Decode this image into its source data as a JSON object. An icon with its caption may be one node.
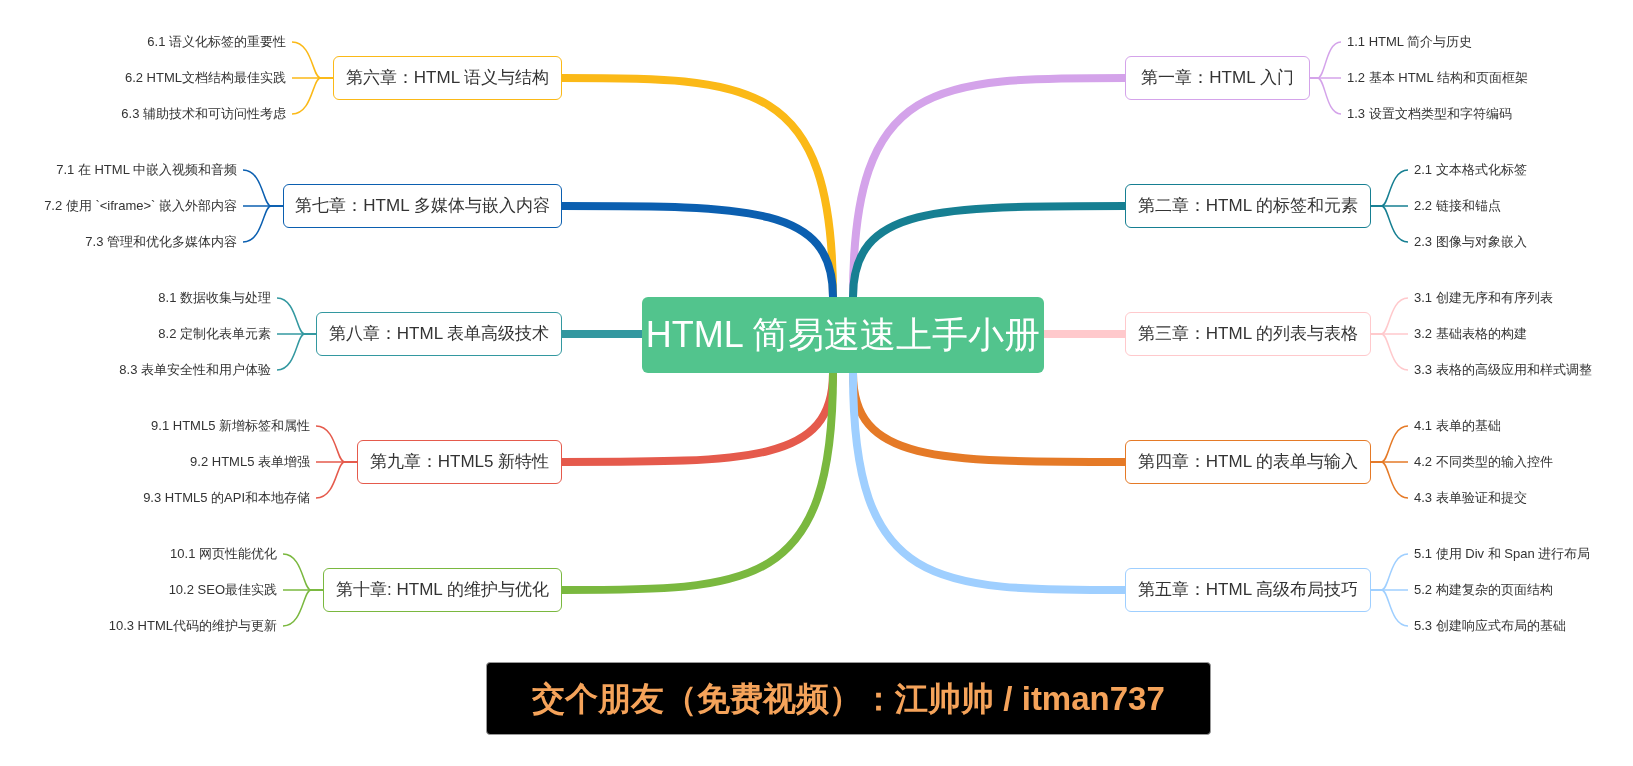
{
  "diagram": {
    "nodes": [
      {
        "text": [
          "HTML 简易速速上手小册"
        ]
      },
      {
        "text": [
          "第一章：HTML 入门"
        ]
      },
      {
        "text": [
          "1.1 HTML 简介与历史"
        ]
      },
      {
        "text": [
          "1.2 基本 HTML 结构和页面框架"
        ]
      },
      {
        "text": [
          "1.3 设置文档类型和字符编码"
        ]
      },
      {
        "text": [
          "第二章：HTML 的标签和元素"
        ]
      },
      {
        "text": [
          "2.1 文本格式化标签"
        ]
      },
      {
        "text": [
          "2.2 链接和锚点"
        ]
      },
      {
        "text": [
          "2.3 图像与对象嵌入"
        ]
      },
      {
        "text": [
          "第三章：HTML 的列表与表格"
        ]
      },
      {
        "text": [
          "3.1 创建无序和有序列表"
        ]
      },
      {
        "text": [
          "3.2 基础表格的构建"
        ]
      },
      {
        "text": [
          "3.3 表格的高级应用和样式调整"
        ]
      },
      {
        "text": [
          "第四章：HTML 的表单与输入"
        ]
      },
      {
        "text": [
          "4.1 表单的基础"
        ]
      },
      {
        "text": [
          "4.2 不同类型的输入控件"
        ]
      },
      {
        "text": [
          "4.3 表单验证和提交"
        ]
      },
      {
        "text": [
          "第五章：HTML 高级布局技巧"
        ]
      },
      {
        "text": [
          "5.1 使用 Div 和 Span 进行布局"
        ]
      },
      {
        "text": [
          "5.2 构建复杂的页面结构"
        ]
      },
      {
        "text": [
          "5.3 创建响应式布局的基础"
        ]
      },
      {
        "text": [
          "第六章：HTML 语义与结构"
        ]
      },
      {
        "text": [
          "6.1 语义化标签的重要性"
        ]
      },
      {
        "text": [
          "6.2 HTML文档结构最佳实践"
        ]
      },
      {
        "text": [
          "6.3 辅助技术和可访问性考虑"
        ]
      },
      {
        "text": [
          "第七章：HTML 多媒体与嵌入内容"
        ]
      },
      {
        "text": [
          "7.1 在 HTML 中嵌入视频和音频"
        ]
      },
      {
        "text": [
          "7.2 使用 `<iframe>` 嵌入外部内容"
        ]
      },
      {
        "text": [
          "7.3 管理和优化多媒体内容"
        ]
      },
      {
        "text": [
          "第八章：HTML 表单高级技术"
        ]
      },
      {
        "text": [
          "8.1 数据收集与处理"
        ]
      },
      {
        "text": [
          "8.2 定制化表单元素"
        ]
      },
      {
        "text": [
          "8.3 表单安全性和用户体验"
        ]
      },
      {
        "text": [
          "第九章：HTML5 新特性"
        ]
      },
      {
        "text": [
          "9.1 HTML5 新增标签和属性"
        ]
      },
      {
        "text": [
          "9.2 HTML5 表单增强"
        ]
      },
      {
        "text": [
          "9.3 HTML5 的API和本地存储"
        ]
      },
      {
        "text": [
          "第十章: HTML 的维护与优化"
        ]
      },
      {
        "text": [
          "10.1 网页性能优化"
        ]
      },
      {
        "text": [
          "10.2 SEO最佳实践"
        ]
      },
      {
        "text": [
          "10.3 HTML代码的维护与更新"
        ]
      },
      {
        "text": [
          "交个朋友（免费视频）：江帅帅 / itman737"
        ]
      }
    ],
    "edges": [
      {
        "from": 0,
        "to": 1,
        "arrow": "none",
        "style": "thick",
        "color": "#d4a3ea"
      },
      {
        "from": 1,
        "to": 2,
        "arrow": "none",
        "color": "#d4a3ea"
      },
      {
        "from": 1,
        "to": 3,
        "arrow": "none",
        "color": "#d4a3ea"
      },
      {
        "from": 1,
        "to": 4,
        "arrow": "none",
        "color": "#d4a3ea"
      },
      {
        "from": 0,
        "to": 5,
        "arrow": "none",
        "style": "thick",
        "color": "#167f92"
      },
      {
        "from": 5,
        "to": 6,
        "arrow": "none",
        "color": "#167f92"
      },
      {
        "from": 5,
        "to": 7,
        "arrow": "none",
        "color": "#167f92"
      },
      {
        "from": 5,
        "to": 8,
        "arrow": "none",
        "color": "#167f92"
      },
      {
        "from": 0,
        "to": 9,
        "arrow": "none",
        "style": "thick",
        "color": "#ffc9cc"
      },
      {
        "from": 9,
        "to": 10,
        "arrow": "none",
        "color": "#ffc9cc"
      },
      {
        "from": 9,
        "to": 11,
        "arrow": "none",
        "color": "#ffc9cc"
      },
      {
        "from": 9,
        "to": 12,
        "arrow": "none",
        "color": "#ffc9cc"
      },
      {
        "from": 0,
        "to": 13,
        "arrow": "none",
        "style": "thick",
        "color": "#e57a27"
      },
      {
        "from": 13,
        "to": 14,
        "arrow": "none",
        "color": "#e57a27"
      },
      {
        "from": 13,
        "to": 15,
        "arrow": "none",
        "color": "#e57a27"
      },
      {
        "from": 13,
        "to": 16,
        "arrow": "none",
        "color": "#e57a27"
      },
      {
        "from": 0,
        "to": 17,
        "arrow": "none",
        "style": "thick",
        "color": "#9fcfff"
      },
      {
        "from": 17,
        "to": 18,
        "arrow": "none",
        "color": "#9fcfff"
      },
      {
        "from": 17,
        "to": 19,
        "arrow": "none",
        "color": "#9fcfff"
      },
      {
        "from": 17,
        "to": 20,
        "arrow": "none",
        "color": "#9fcfff"
      },
      {
        "from": 0,
        "to": 21,
        "arrow": "none",
        "style": "thick",
        "color": "#fbb917"
      },
      {
        "from": 21,
        "to": 22,
        "arrow": "none",
        "color": "#fbb917"
      },
      {
        "from": 21,
        "to": 23,
        "arrow": "none",
        "color": "#fbb917"
      },
      {
        "from": 21,
        "to": 24,
        "arrow": "none",
        "color": "#fbb917"
      },
      {
        "from": 0,
        "to": 25,
        "arrow": "none",
        "style": "thick",
        "color": "#0b5fb0"
      },
      {
        "from": 25,
        "to": 26,
        "arrow": "none",
        "color": "#0b5fb0"
      },
      {
        "from": 25,
        "to": 27,
        "arrow": "none",
        "color": "#0b5fb0"
      },
      {
        "from": 25,
        "to": 28,
        "arrow": "none",
        "color": "#0b5fb0"
      },
      {
        "from": 0,
        "to": 29,
        "arrow": "none",
        "style": "thick",
        "color": "#3398a0"
      },
      {
        "from": 29,
        "to": 30,
        "arrow": "none",
        "color": "#3398a0"
      },
      {
        "from": 29,
        "to": 31,
        "arrow": "none",
        "color": "#3398a0"
      },
      {
        "from": 29,
        "to": 32,
        "arrow": "none",
        "color": "#3398a0"
      },
      {
        "from": 0,
        "to": 33,
        "arrow": "none",
        "style": "thick",
        "color": "#e55a4c"
      },
      {
        "from": 33,
        "to": 34,
        "arrow": "none",
        "color": "#e55a4c"
      },
      {
        "from": 33,
        "to": 35,
        "arrow": "none",
        "color": "#e55a4c"
      },
      {
        "from": 33,
        "to": 36,
        "arrow": "none",
        "color": "#e55a4c"
      },
      {
        "from": 0,
        "to": 37,
        "arrow": "none",
        "style": "thick",
        "color": "#7ab83f"
      },
      {
        "from": 37,
        "to": 38,
        "arrow": "none",
        "color": "#7ab83f"
      },
      {
        "from": 37,
        "to": 39,
        "arrow": "none",
        "color": "#7ab83f"
      },
      {
        "from": 37,
        "to": 40,
        "arrow": "none",
        "color": "#7ab83f"
      }
    ]
  }
}
